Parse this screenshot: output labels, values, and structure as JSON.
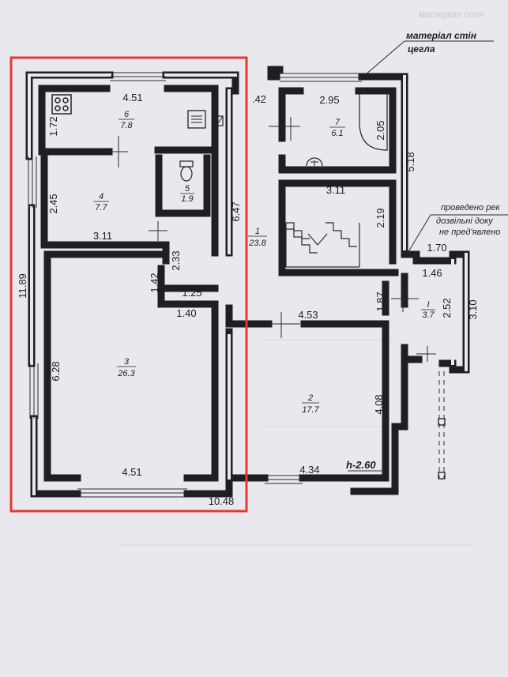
{
  "header": {
    "faded_text": "матеріал стін"
  },
  "annotations": {
    "wall_material_label": "матеріал стін",
    "wall_material_value": "цегла",
    "side_note_line1": "проведено рек",
    "side_note_line2": "дозвільні доку",
    "side_note_line3": "не пред'явлено",
    "height_mark": "h-2.60"
  },
  "rooms": {
    "r6": {
      "number": "6",
      "area": "7.8"
    },
    "r4": {
      "number": "4",
      "area": "7.7"
    },
    "r5": {
      "number": "5",
      "area": "1.9"
    },
    "r3": {
      "number": "3",
      "area": "26.3"
    },
    "r7": {
      "number": "7",
      "area": "6.1"
    },
    "r1": {
      "number": "1",
      "area": "23.8"
    },
    "r2": {
      "number": "2",
      "area": "17.7"
    },
    "rI": {
      "number": "I",
      "area": "3.7"
    }
  },
  "dimensions": {
    "d_451_top": "4.51",
    "d_172": "1.72",
    "d_245": "2.45",
    "d_311_left": "3.11",
    "d_647": "6.47",
    "d_233": "2.33",
    "d_142_a": ".42",
    "d_142_b": "1.42",
    "d_125": "1.25",
    "d_140": "1.40",
    "d_1189": "11.89",
    "d_628": "6.28",
    "d_451_bottom": "4.51",
    "d_1048": "10.48",
    "d_295": "2.95",
    "d_205": "2.05",
    "d_518": "5.18",
    "d_311_right": "3.11",
    "d_219": "2.19",
    "d_170": "1.70",
    "d_146": "1.46",
    "d_187": "1.87",
    "d_252": "2.52",
    "d_310": "3.10",
    "d_453": "4.53",
    "d_408": "4.08",
    "d_434": "4.34"
  },
  "highlight": {
    "color": "#e8392b"
  },
  "colors": {
    "wall": "#1e1e24",
    "paper": "#e9e8ef"
  }
}
